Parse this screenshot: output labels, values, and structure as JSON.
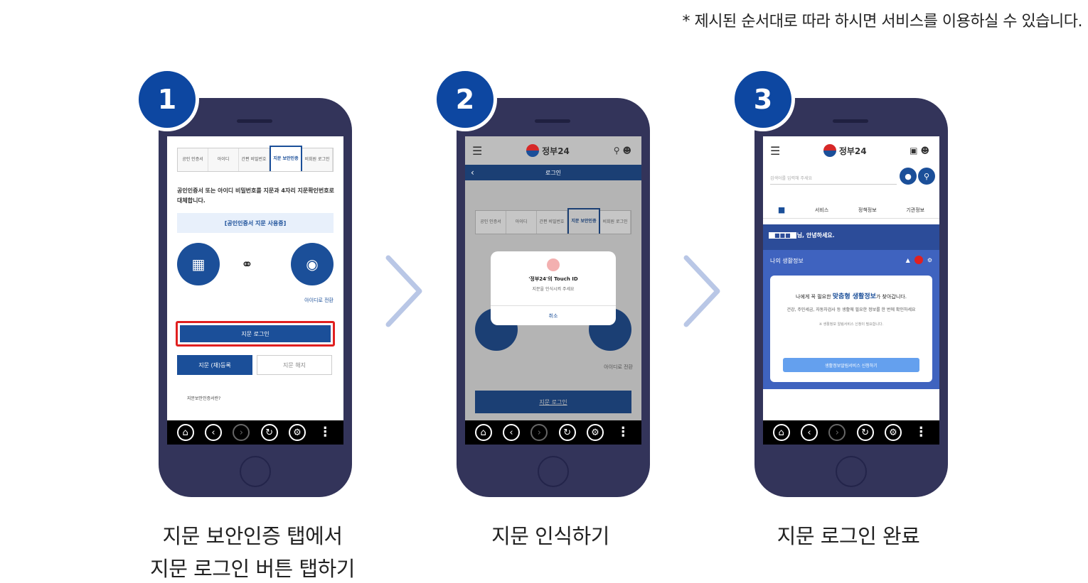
{
  "notice": "* 제시된 순서대로 따라 하시면 서비스를 이용하실 수 있습니다.",
  "colors": {
    "badge": "#0d47a1",
    "phone": "#33345a",
    "accent": "#1b4f99",
    "highlight": "#e02020",
    "arrow": "#b9c7e6"
  },
  "steps": [
    {
      "number": "1",
      "caption_line1": "지문 보안인증 탭에서",
      "caption_line2": "지문 로그인 버튼 탭하기",
      "screen": {
        "tabs": [
          "공인 인증서",
          "아이디",
          "간편 비밀번호",
          "지문 보안인증",
          "비회원 로그인"
        ],
        "description": "공인인증서 또는 아이디 비밀번호를 지문과 4자리 지문확인번호로 대체합니다.",
        "bar_label": "[공인인증서 지문 사용중]",
        "switch_label": "아이디로 전환",
        "login_button": "지문 로그인",
        "register_button": "지문 (재)등록",
        "delete_button": "지문 해지",
        "guide": "지문보안인증서란?"
      }
    },
    {
      "number": "2",
      "caption_line1": "지문 인식하기",
      "screen": {
        "logo": "정부24",
        "title": "로그인",
        "tabs": [
          "공인 인증서",
          "아이디",
          "간편 비밀번호",
          "지문 보안인증",
          "비회원 로그인"
        ],
        "dialog_title": "'정부24'의 Touch ID",
        "dialog_message": "지문을 인식시켜 주세요",
        "dialog_cancel": "취소",
        "switch_label": "아이디로 전환",
        "login_button": "지문 로그인"
      }
    },
    {
      "number": "3",
      "caption_line1": "지문 로그인 완료",
      "screen": {
        "logo": "정부24",
        "search_placeholder": "검색어를 입력해 주세요",
        "nav": [
          "서비스",
          "정책정보",
          "기관정보"
        ],
        "greeting": "님, 안녕하세요.",
        "panel_title": "나의 생활정보",
        "card_line1_pre": "나에게 꼭 필요한",
        "card_line1_em": "맞춤형 생활정보",
        "card_line1_post": "가 찾아갑니다.",
        "card_line2": "건강, 주민세금, 자동차검사 등 생활에 필요한 정보를 한 번에 확인하세요",
        "card_line3": "※ 생활정보 알림서비스 신청이 필요합니다.",
        "card_button": "생활정보알림서비스 신청하기"
      }
    }
  ],
  "navbar_icons": [
    "home-icon",
    "back-icon",
    "forward-icon",
    "refresh-icon",
    "settings-icon",
    "more-icon"
  ]
}
